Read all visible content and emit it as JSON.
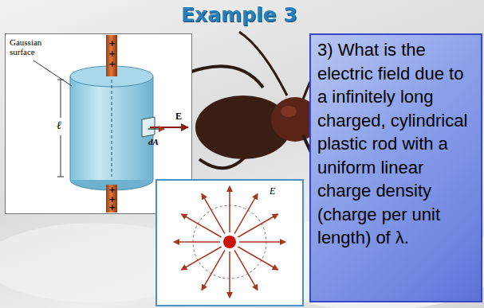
{
  "diagram": {
    "title": "Example 3",
    "nodes": [
      {
        "text": [
          "3) What is the electric field due to a infinitely long charged, cylindrical plastic rod with a uniform linear charge density (charge per unit length) of λ."
        ]
      }
    ],
    "labels": [
      "Gaussian surface",
      "+",
      "+",
      "+",
      "+",
      "+",
      "+",
      "ℓ",
      "E",
      "dA",
      "E"
    ]
  }
}
